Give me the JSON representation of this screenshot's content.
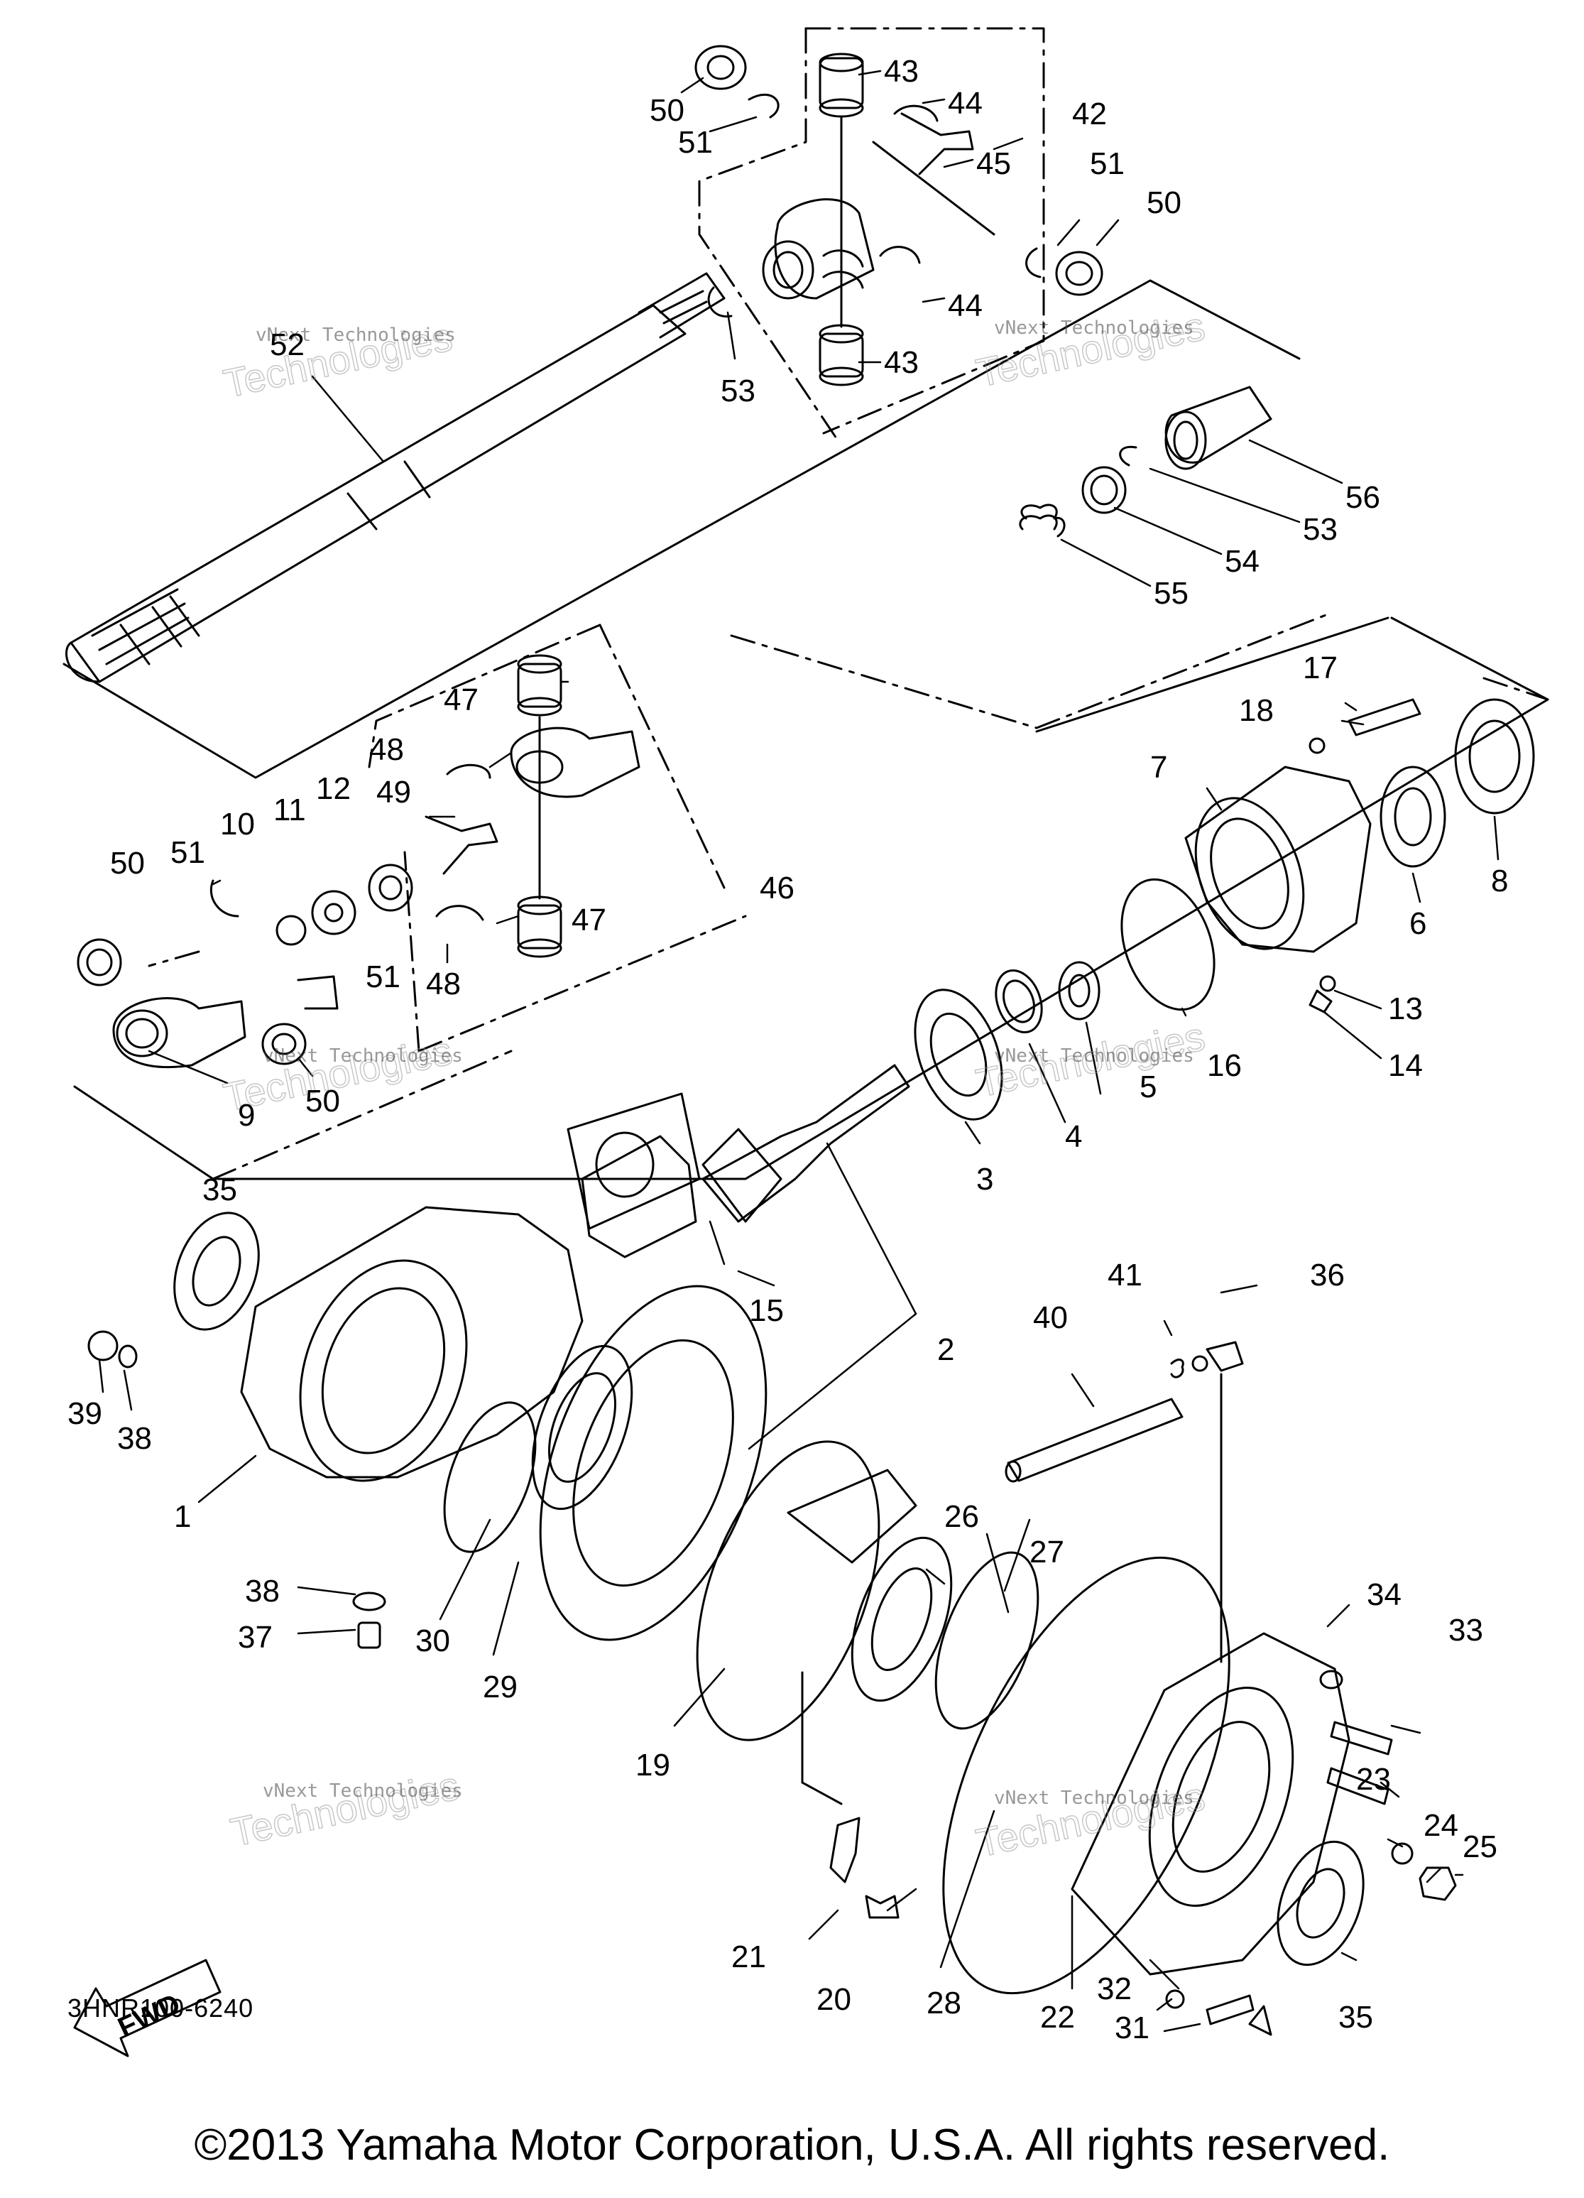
{
  "diagram": {
    "drawing_code": "3HNR100-6240",
    "copyright": "©2013 Yamaha Motor Corporation, U.S.A. All rights reserved.",
    "direction_arrow": "FWD",
    "watermark": {
      "line1": "vNext Technologies",
      "line2": "Technologies"
    },
    "part_numbers": [
      "1",
      "2",
      "3",
      "4",
      "5",
      "6",
      "7",
      "8",
      "9",
      "10",
      "11",
      "12",
      "13",
      "14",
      "15",
      "16",
      "17",
      "18",
      "19",
      "20",
      "21",
      "22",
      "23",
      "24",
      "25",
      "26",
      "27",
      "28",
      "29",
      "30",
      "31",
      "32",
      "33",
      "34",
      "35",
      "36",
      "37",
      "38",
      "39",
      "40",
      "41",
      "42",
      "43",
      "44",
      "45",
      "46",
      "47",
      "48",
      "49",
      "50",
      "51",
      "52",
      "53",
      "54",
      "55",
      "56"
    ],
    "callouts": {
      "c50a": "50",
      "c51a": "51",
      "c43a": "43",
      "c44a": "44",
      "c42": "42",
      "c45": "45",
      "c51b": "51",
      "c50b": "50",
      "c44b": "44",
      "c43b": "43",
      "c53a": "53",
      "c52": "52",
      "c56": "56",
      "c53b": "53",
      "c54": "54",
      "c55": "55",
      "c47a": "47",
      "c48a": "48",
      "c49": "49",
      "c17": "17",
      "c18": "18",
      "c7": "7",
      "c51c": "51",
      "c10": "10",
      "c11": "11",
      "c12": "12",
      "c50c": "50",
      "c6": "6",
      "c8": "8",
      "c46": "46",
      "c47b": "47",
      "c48b": "48",
      "c51d": "51",
      "c13": "13",
      "c14": "14",
      "c16": "16",
      "c5": "5",
      "c4": "4",
      "c3": "3",
      "c9": "9",
      "c50d": "50",
      "c35a": "35",
      "c15": "15",
      "c2": "2",
      "c41": "41",
      "c36": "36",
      "c40": "40",
      "c39": "39",
      "c38a": "38",
      "c1": "1",
      "c26": "26",
      "c27": "27",
      "c38b": "38",
      "c37": "37",
      "c30": "30",
      "c29": "29",
      "c34": "34",
      "c33": "33",
      "c23": "23",
      "c24": "24",
      "c25": "25",
      "c19": "19",
      "c21": "21",
      "c20": "20",
      "c28": "28",
      "c22": "22",
      "c32": "32",
      "c31": "31",
      "c35b": "35"
    }
  }
}
